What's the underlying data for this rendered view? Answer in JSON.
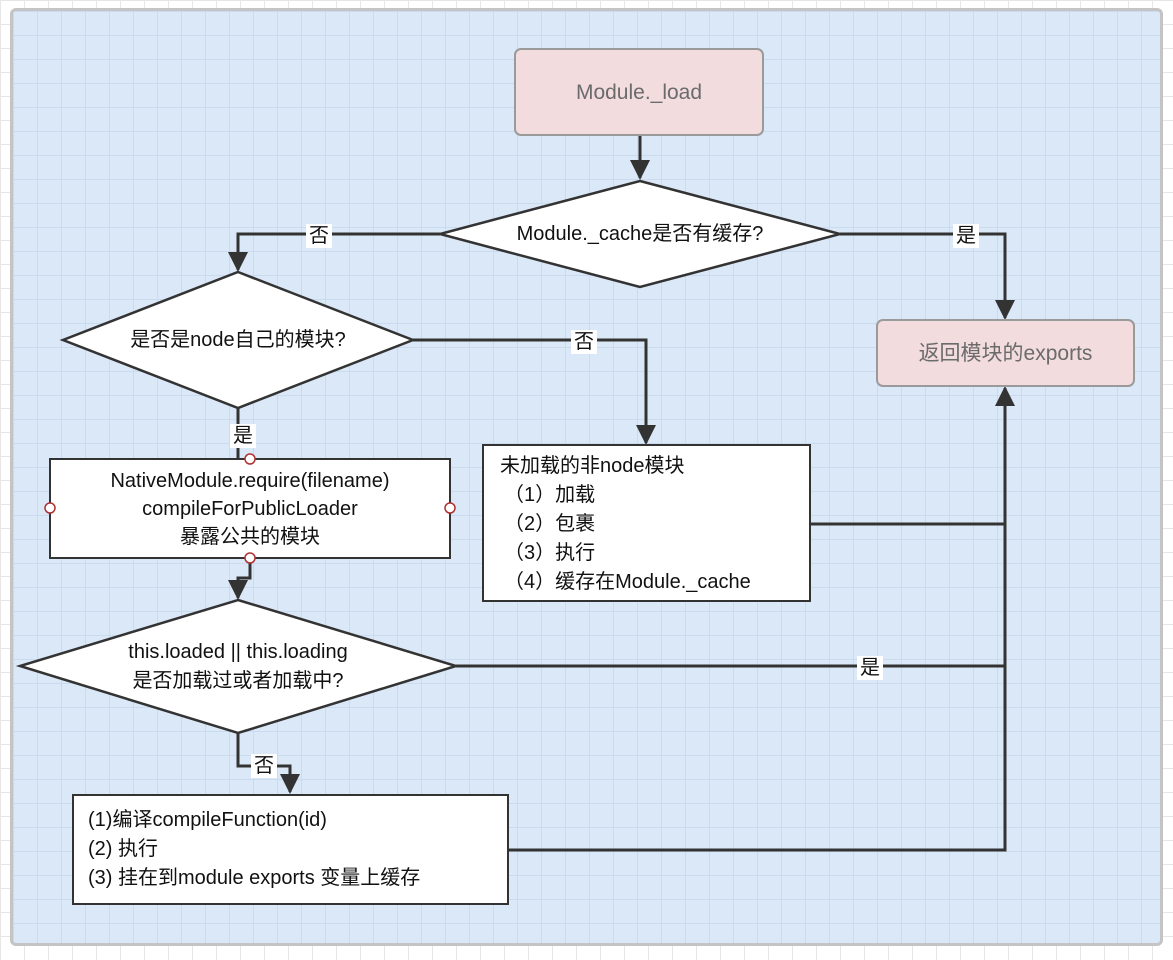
{
  "nodes": {
    "start": "Module._load",
    "cache_check": "Module._cache是否有缓存?",
    "return_exports": "返回模块的exports",
    "is_native": "是否是node自己的模块?",
    "non_native": {
      "title": "未加载的非node模块",
      "steps": [
        "（1）加载",
        "（2）包裹",
        "（3）执行",
        "（4）缓存在Module._cache"
      ]
    },
    "native_require": {
      "lines": [
        "NativeModule.require(filename)",
        "compileForPublicLoader",
        "暴露公共的模块"
      ]
    },
    "loaded_check": {
      "lines": [
        "this.loaded || this.loading",
        "是否加载过或者加载中?"
      ]
    },
    "compile": {
      "lines": [
        "(1)编译compileFunction(id)",
        "(2) 执行",
        "(3) 挂在到module exports 变量上缓存"
      ]
    }
  },
  "edge_labels": {
    "cache_no": "否",
    "cache_yes": "是",
    "native_no": "否",
    "native_yes": "是",
    "loaded_yes": "是",
    "loaded_no": "否"
  },
  "colors": {
    "canvas_bg": "#dbe8f8",
    "start_fill": "#f2dcde",
    "start_stroke": "#9a9a9a",
    "node_fill": "#ffffff",
    "stroke": "#333333",
    "port_dot": "#b03030"
  }
}
